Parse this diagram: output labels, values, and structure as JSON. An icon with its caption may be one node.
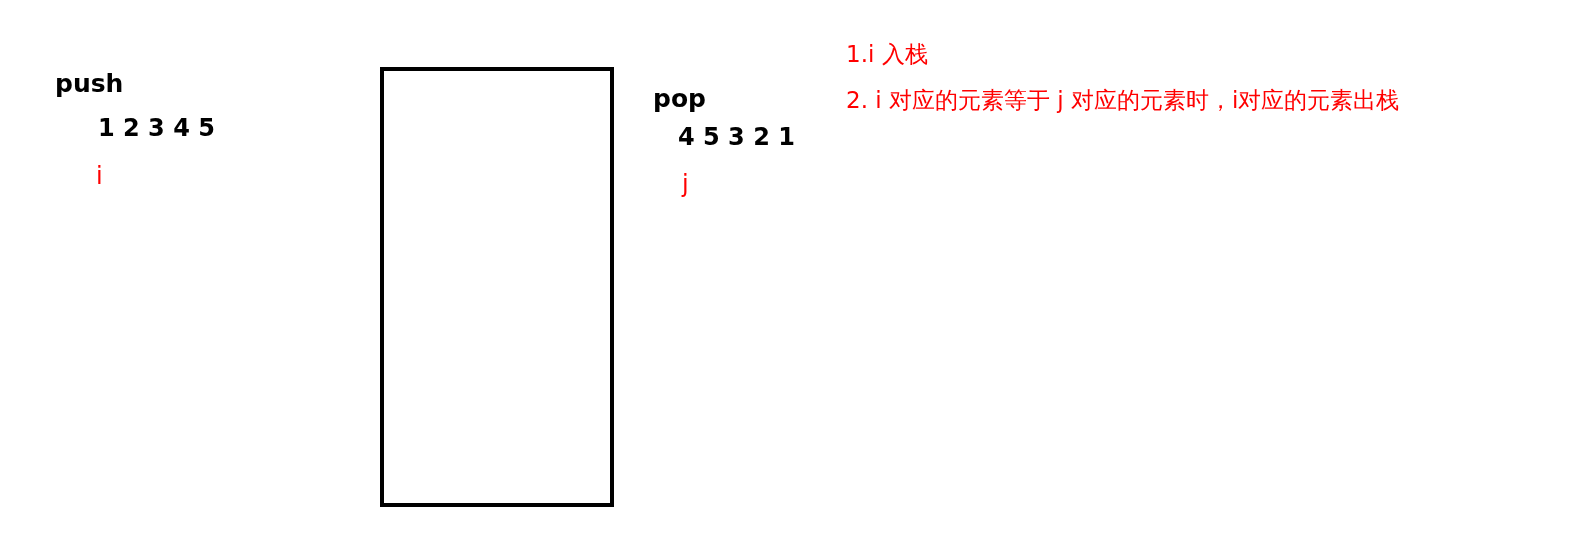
{
  "diagram": {
    "nodes": [
      {
        "text": [],
        "shape": "box"
      }
    ],
    "labels": [
      "push",
      "1 2 3 4 5",
      "i",
      "pop",
      "4 5 3 2 1",
      "j",
      "1.i 入栈",
      "2. i 对应的元素等于 j 对应的元素时，i对应的元素出栈"
    ]
  }
}
